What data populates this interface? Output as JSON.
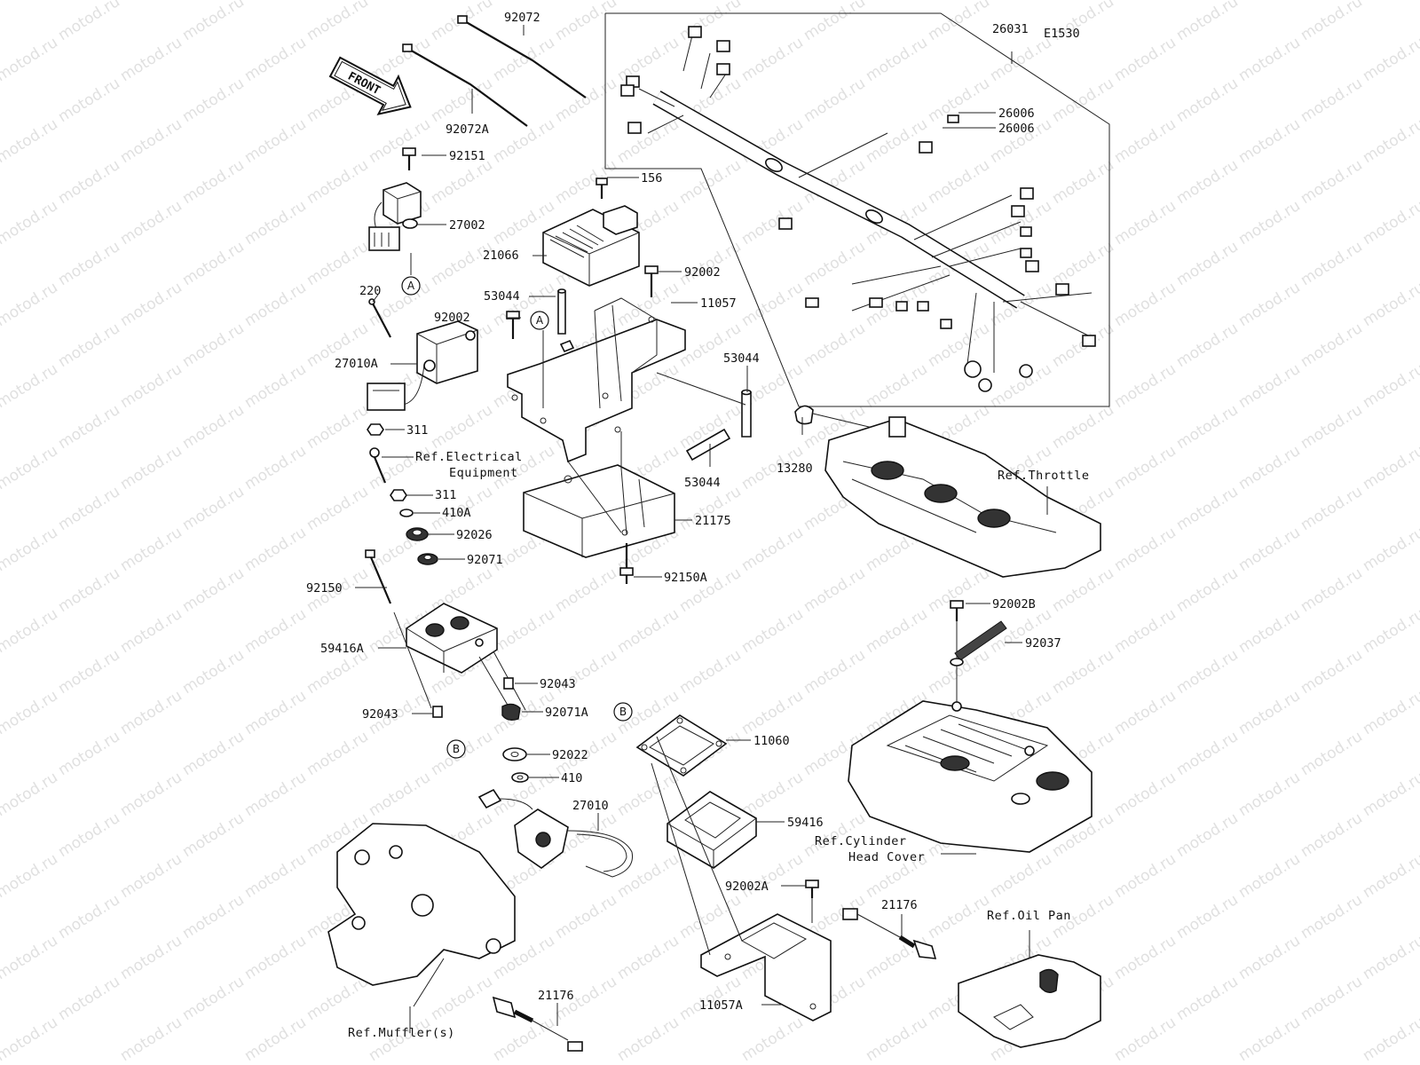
{
  "diagram_code": "E1530",
  "front_arrow": "FRONT",
  "watermark": "motod.ru",
  "parts": {
    "p92072": "92072",
    "p92072A": "92072A",
    "p92151": "92151",
    "p27002": "27002",
    "p156": "156",
    "p21066": "21066",
    "p92002_a": "92002",
    "p92002_b": "92002",
    "p53044_a": "53044",
    "p53044_b": "53044",
    "p53044_c": "53044",
    "p11057": "11057",
    "p220": "220",
    "p27010A": "27010A",
    "p311_a": "311",
    "p311_b": "311",
    "p410A": "410A",
    "p92026": "92026",
    "p92071": "92071",
    "p92150": "92150",
    "p59416A": "59416A",
    "p92043_a": "92043",
    "p92043_b": "92043",
    "p92071A": "92071A",
    "p92022": "92022",
    "p410": "410",
    "p27010": "27010",
    "p21175": "21175",
    "p92150A": "92150A",
    "p26031": "26031",
    "p26006_a": "26006",
    "p26006_b": "26006",
    "p13280": "13280",
    "p11060": "11060",
    "p59416": "59416",
    "p92002A": "92002A",
    "p11057A": "11057A",
    "p21176_a": "21176",
    "p21176_b": "21176",
    "p92002B": "92002B",
    "p92037": "92037"
  },
  "refs": {
    "electrical_1": "Ref.Electrical",
    "electrical_2": "Equipment",
    "throttle": "Ref.Throttle",
    "cyl_head_1": "Ref.Cylinder",
    "cyl_head_2": "Head Cover",
    "oil_pan": "Ref.Oil Pan",
    "muffler": "Ref.Muffler(s)"
  },
  "markers": {
    "a1": "A",
    "a2": "A",
    "b1": "B",
    "b2": "B"
  }
}
